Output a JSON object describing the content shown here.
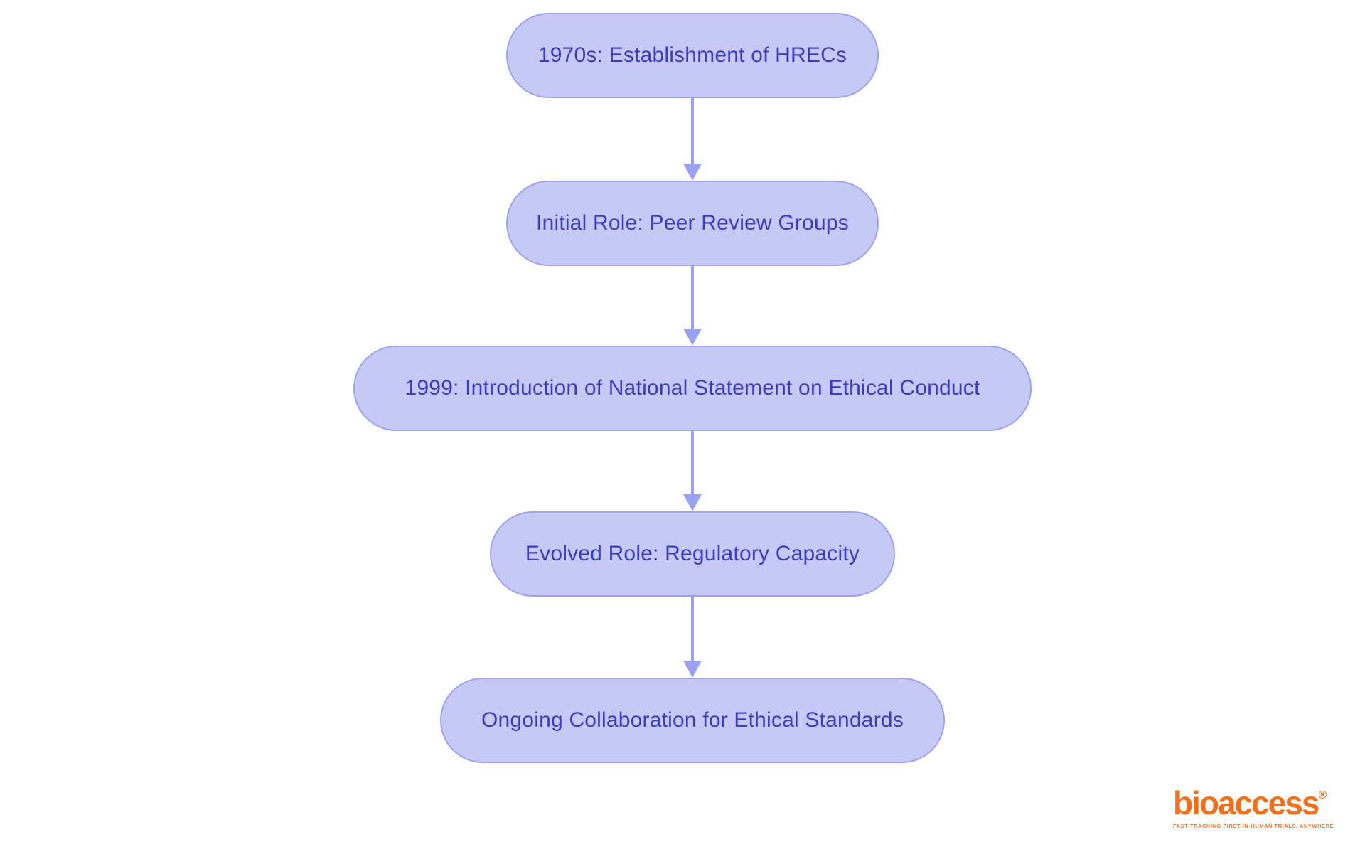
{
  "diagram": {
    "type": "flowchart",
    "direction": "top-down",
    "nodes": [
      {
        "id": 1,
        "label": "1970s: Establishment of HRECs"
      },
      {
        "id": 2,
        "label": "Initial Role: Peer Review Groups"
      },
      {
        "id": 3,
        "label": "1999: Introduction of National Statement on Ethical Conduct"
      },
      {
        "id": 4,
        "label": "Evolved Role: Regulatory Capacity"
      },
      {
        "id": 5,
        "label": "Ongoing Collaboration for Ethical Standards"
      }
    ],
    "edges": [
      {
        "from": 1,
        "to": 2
      },
      {
        "from": 2,
        "to": 3
      },
      {
        "from": 3,
        "to": 4
      },
      {
        "from": 4,
        "to": 5
      }
    ]
  },
  "logo": {
    "brand": "bioaccess",
    "registered_mark": "®",
    "tagline": "FAST-TRACKING FIRST-IN-HUMAN TRIALS, ANYWHERE"
  },
  "colors": {
    "background": "#ffffff",
    "node_fill": "#c6c9f6",
    "node_border": "#9ca3ec",
    "node_text": "#3c3dba",
    "arrow": "#9aa1f0",
    "logo_orange": "#f2701d"
  }
}
